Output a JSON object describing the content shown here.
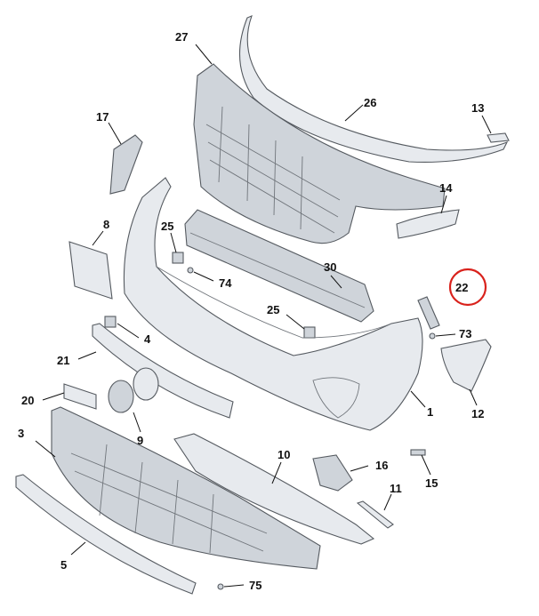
{
  "diagram": {
    "callouts": [
      {
        "id": "c27",
        "text": "27"
      },
      {
        "id": "c26",
        "text": "26"
      },
      {
        "id": "c13",
        "text": "13"
      },
      {
        "id": "c17",
        "text": "17"
      },
      {
        "id": "c14",
        "text": "14"
      },
      {
        "id": "c8",
        "text": "8"
      },
      {
        "id": "c25a",
        "text": "25"
      },
      {
        "id": "c74",
        "text": "74"
      },
      {
        "id": "c30",
        "text": "30"
      },
      {
        "id": "c22",
        "text": "22"
      },
      {
        "id": "c25b",
        "text": "25"
      },
      {
        "id": "c73",
        "text": "73"
      },
      {
        "id": "c4",
        "text": "4"
      },
      {
        "id": "c21",
        "text": "21"
      },
      {
        "id": "c20",
        "text": "20"
      },
      {
        "id": "c1",
        "text": "1"
      },
      {
        "id": "c12",
        "text": "12"
      },
      {
        "id": "c9",
        "text": "9"
      },
      {
        "id": "c3",
        "text": "3"
      },
      {
        "id": "c10",
        "text": "10"
      },
      {
        "id": "c16",
        "text": "16"
      },
      {
        "id": "c15",
        "text": "15"
      },
      {
        "id": "c11",
        "text": "11"
      },
      {
        "id": "c5",
        "text": "5"
      },
      {
        "id": "c75",
        "text": "75"
      }
    ],
    "highlighted_callout": "22",
    "colors": {
      "highlight": "#d9221c",
      "part_fill": "#e7eaee",
      "outline": "#555a60",
      "label": "#111111"
    }
  }
}
